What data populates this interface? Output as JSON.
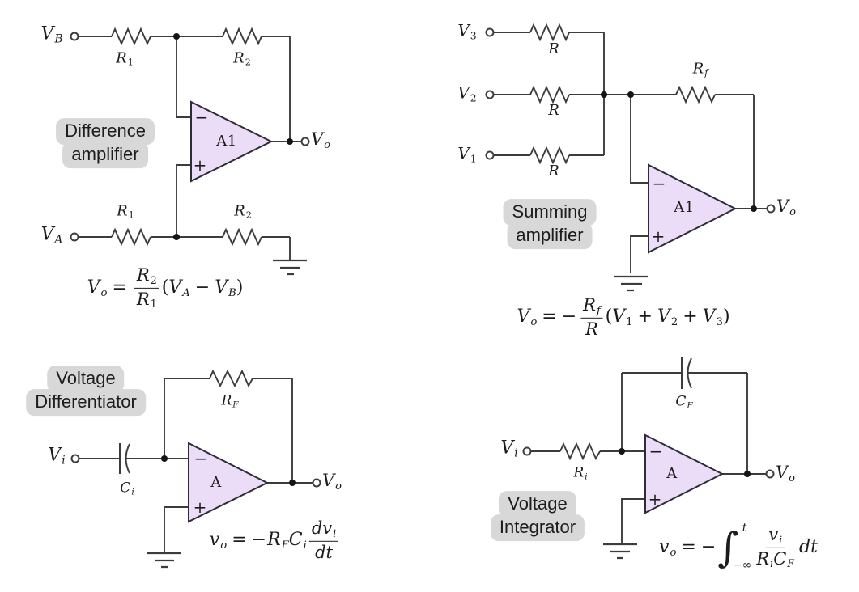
{
  "colors": {
    "opamp_fill": "#ebdcf7",
    "opamp_stroke": "#2f2b38",
    "wire": "#3c3c3c",
    "caption_bg": "#d8d8d8",
    "text": "#1c1c1c"
  },
  "circuits": {
    "difference_amplifier": {
      "caption": [
        "Difference",
        "amplifier"
      ],
      "opamp": {
        "label": "A1",
        "minus": "−",
        "plus": "+"
      },
      "inputs": {
        "vb": {
          "base": "V",
          "sub": "B"
        },
        "va": {
          "base": "V",
          "sub": "A"
        }
      },
      "output": {
        "base": "V",
        "sub": "o"
      },
      "resistors": {
        "r1_top": {
          "base": "R",
          "sub": "1"
        },
        "r2_top": {
          "base": "R",
          "sub": "2"
        },
        "r1_bottom": {
          "base": "R",
          "sub": "1"
        },
        "r2_bottom": {
          "base": "R",
          "sub": "2"
        }
      },
      "formula": {
        "lhs": "V",
        "lhs_sub": "o",
        "eq": "=",
        "num": "R",
        "num_sub": "2",
        "den": "R",
        "den_sub": "1",
        "open": "(",
        "a": "V",
        "a_sub": "A",
        "minus": "−",
        "b": "V",
        "b_sub": "B",
        "close": ")"
      }
    },
    "summing_amplifier": {
      "caption": [
        "Summing",
        "amplifier"
      ],
      "opamp": {
        "label": "A1",
        "minus": "−",
        "plus": "+"
      },
      "inputs": {
        "v3": {
          "base": "V",
          "sub": "3"
        },
        "v2": {
          "base": "V",
          "sub": "2"
        },
        "v1": {
          "base": "V",
          "sub": "1"
        }
      },
      "output": {
        "base": "V",
        "sub": "o"
      },
      "resistors": {
        "r_top": "R",
        "r_mid": "R",
        "r_bottom": "R",
        "rf": {
          "base": "R",
          "sub": "f"
        }
      },
      "formula": {
        "lhs": "V",
        "lhs_sub": "o",
        "eq": "=",
        "neg": "−",
        "num": "R",
        "num_sub": "f",
        "den": "R",
        "open": "(",
        "a": "V",
        "a_sub": "1",
        "p1": "+",
        "b": "V",
        "b_sub": "2",
        "p2": "+",
        "c": "V",
        "c_sub": "3",
        "close": ")"
      }
    },
    "voltage_differentiator": {
      "caption": [
        "Voltage",
        "Differentiator"
      ],
      "opamp": {
        "label": "A",
        "minus": "−",
        "plus": "+"
      },
      "inputs": {
        "vi": {
          "base": "V",
          "sub": "i"
        }
      },
      "output": {
        "base": "V",
        "sub": "o"
      },
      "components": {
        "ci": {
          "base": "C",
          "sub": "i"
        },
        "rf": {
          "base": "R",
          "sub": "F"
        }
      },
      "formula": {
        "lhs": "v",
        "lhs_sub": "o",
        "eq": "=",
        "neg": "−",
        "r": "R",
        "r_sub": "F",
        "c": "C",
        "c_sub": "i",
        "num": "dv",
        "num_sub": "i",
        "den": "dt"
      }
    },
    "voltage_integrator": {
      "caption": [
        "Voltage",
        "Integrator"
      ],
      "opamp": {
        "label": "A",
        "minus": "−",
        "plus": "+"
      },
      "inputs": {
        "vi": {
          "base": "V",
          "sub": "i"
        }
      },
      "output": {
        "base": "V",
        "sub": "o"
      },
      "components": {
        "ri": {
          "base": "R",
          "sub": "i"
        },
        "cf": {
          "base": "C",
          "sub": "F"
        }
      },
      "formula": {
        "lhs": "v",
        "lhs_sub": "o",
        "eq": "=",
        "neg": "−",
        "integral": "∫",
        "upper": "t",
        "lower": "−∞",
        "num": "v",
        "num_sub": "i",
        "den_r": "R",
        "den_r_sub": "i",
        "den_c": "C",
        "den_c_sub": "F",
        "trail": "dt"
      }
    }
  }
}
